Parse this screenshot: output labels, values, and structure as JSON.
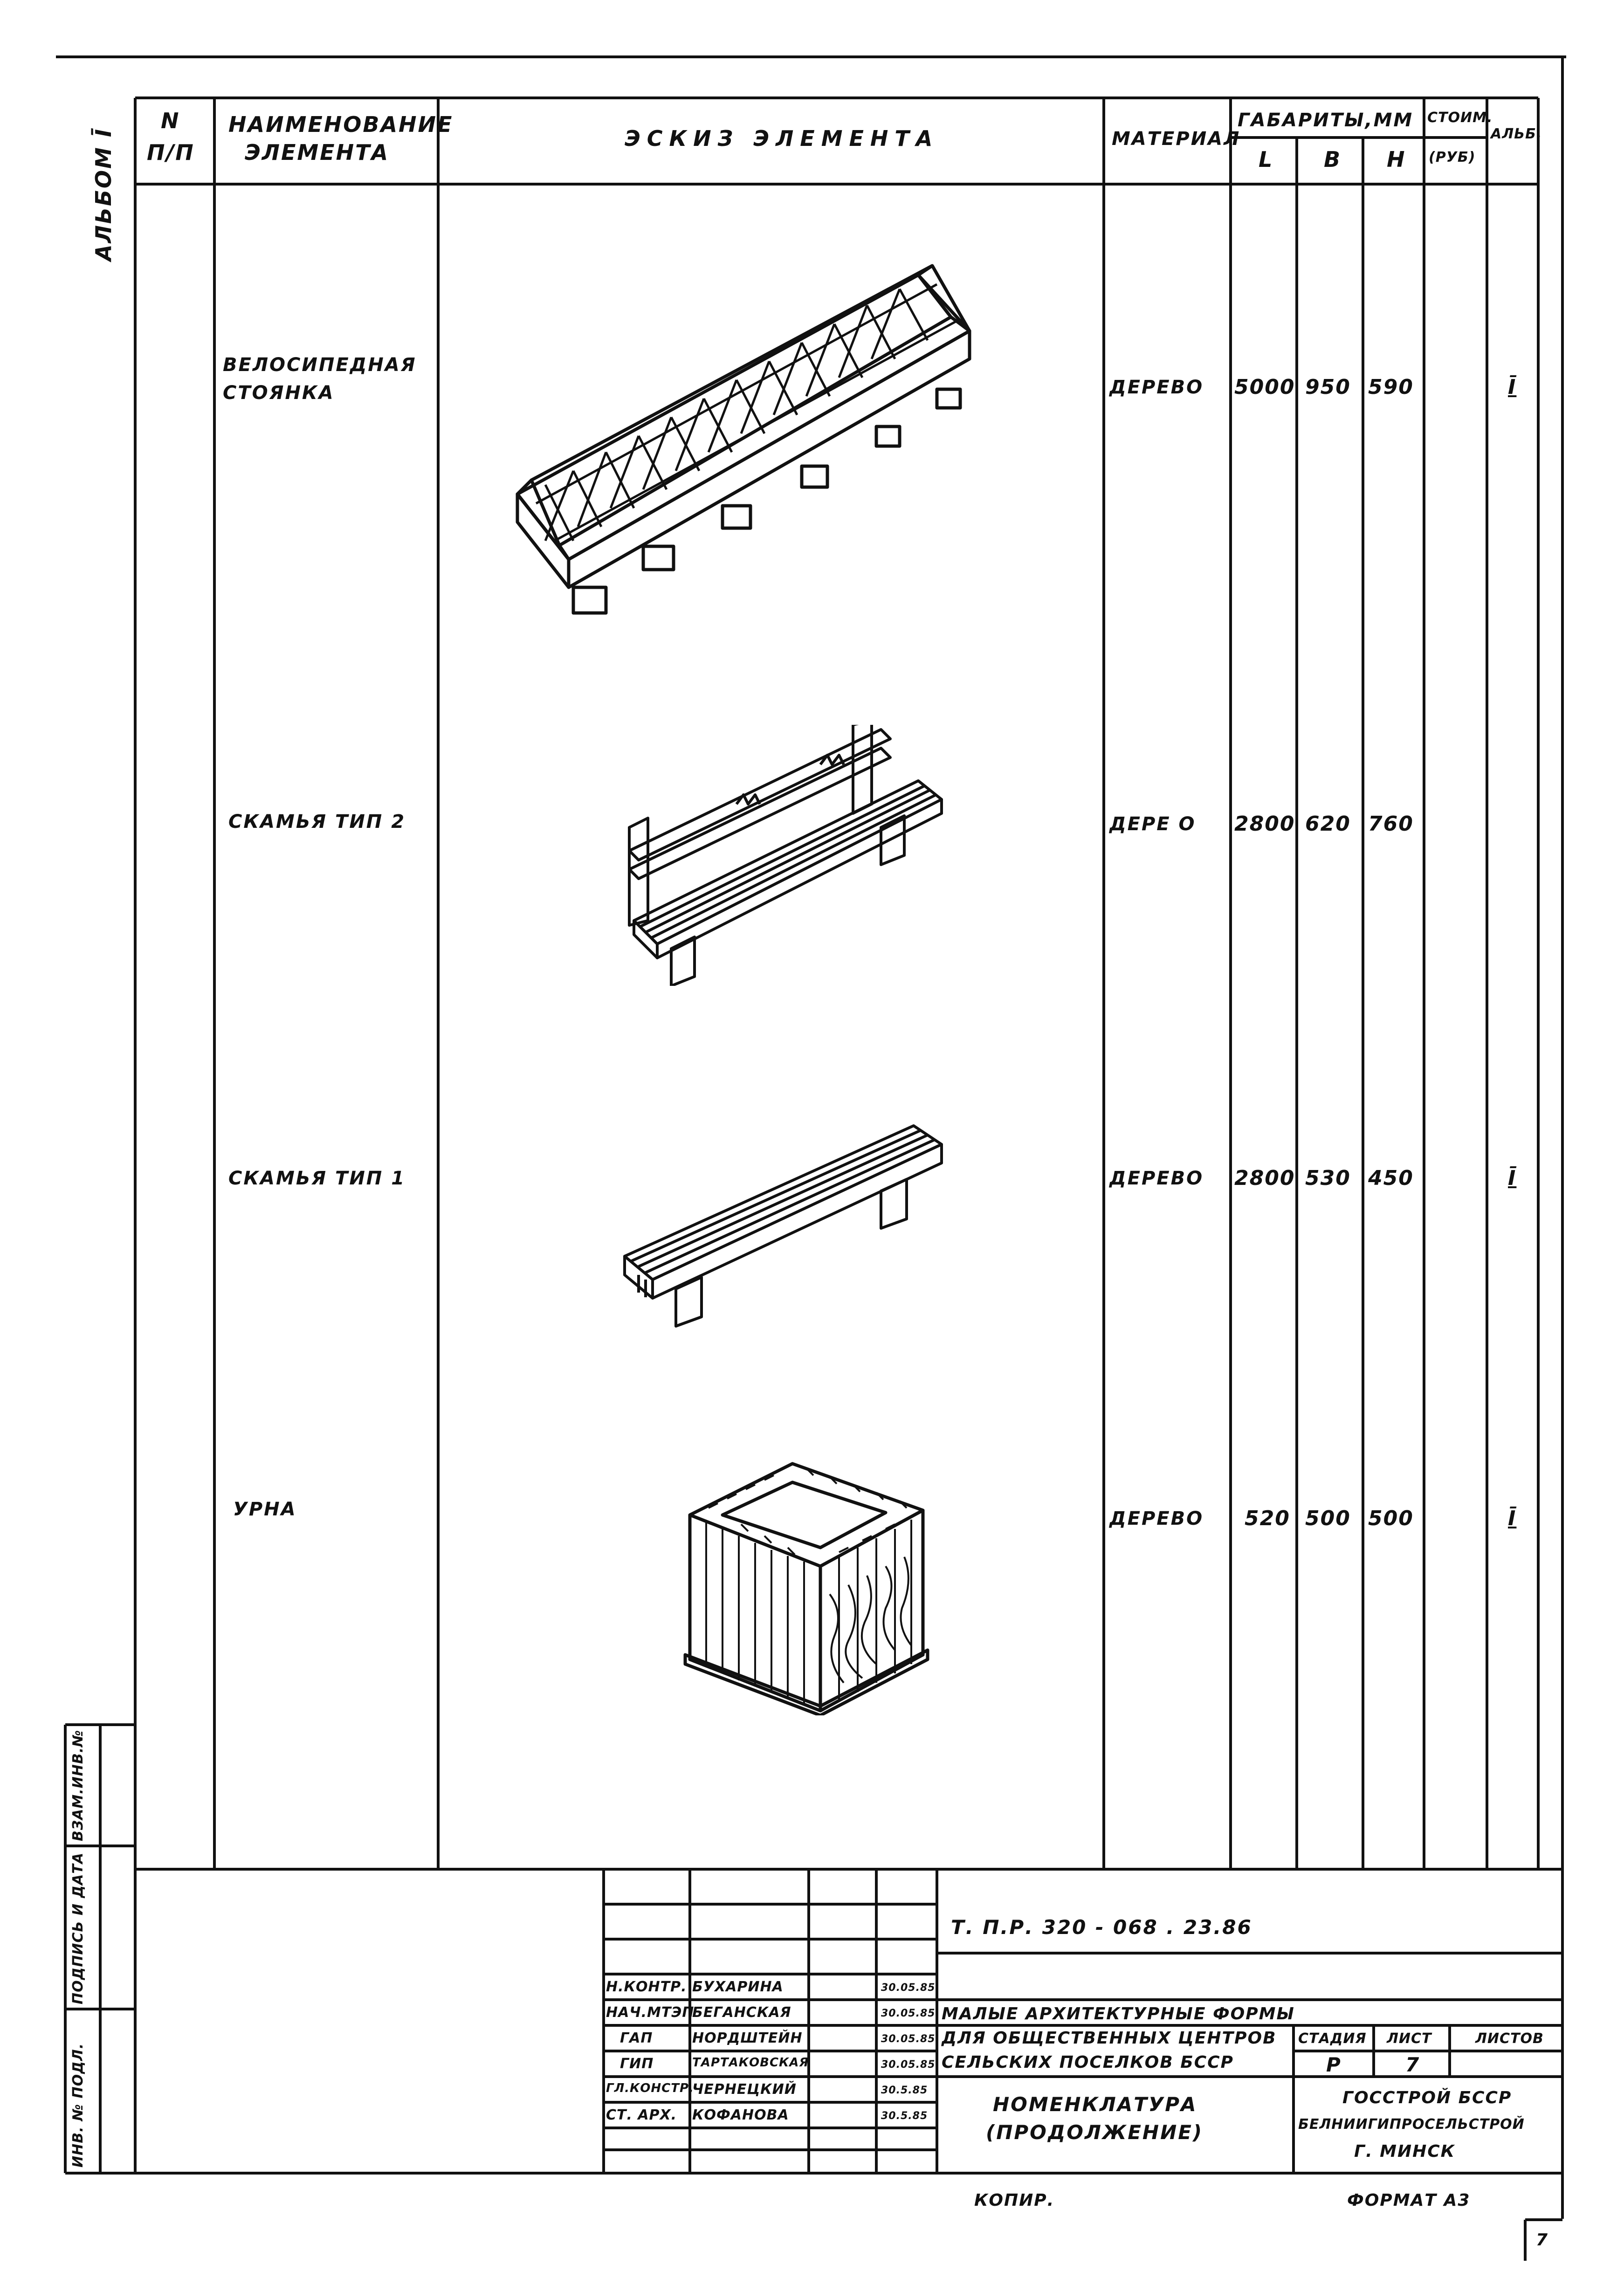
{
  "side_label": "АЛЬБОМ Ī",
  "side_stamp_labels": [
    "ИНВ. № ПОДЛ.",
    "ПОДПИСЬ И ДАТА",
    "ВЗАМ.ИНВ.№"
  ],
  "table": {
    "headers": {
      "num": "N\nП/П",
      "num_line1": "N",
      "num_line2": "П/П",
      "name_line1": "НАИМЕНОВАНИЕ",
      "name_line2": "ЭЛЕМЕНТА",
      "sketch": "ЭСКИЗ ЭЛЕМЕНТА",
      "material": "МАТЕРИАЛ",
      "dimensions": "ГАБАРИТЫ,ММ",
      "dim_l": "L",
      "dim_b": "В",
      "dim_h": "Н",
      "cost_line1": "СТОИМ.",
      "cost_line2": "(РУБ)",
      "album": "АЛЬБ."
    },
    "rows": [
      {
        "name_line1": "ВЕЛОСИПЕДНАЯ",
        "name_line2": "СТОЯНКА",
        "material": "ДЕРЕВО",
        "L": "5000",
        "B": "950",
        "H": "590",
        "cost": "",
        "album": "Ī"
      },
      {
        "name_line1": "СКАМЬЯ ТИП 2",
        "name_line2": "",
        "material": "ДЕРЕ О",
        "L": "2800",
        "B": "620",
        "H": "760",
        "cost": "",
        "album": ""
      },
      {
        "name_line1": "СКАМЬЯ ТИП 1",
        "name_line2": "",
        "material": "ДЕРЕВО",
        "L": "2800",
        "B": "530",
        "H": "450",
        "cost": "",
        "album": "Ī"
      },
      {
        "name_line1": "УРНА",
        "name_line2": "",
        "material": "ДЕРЕВО",
        "L": "520",
        "B": "500",
        "H": "500",
        "cost": "",
        "album": "Ī"
      }
    ]
  },
  "title_block": {
    "doc_code": "Т. П.Р. 320 - 068 . 23.86",
    "signatures": [
      {
        "role": "Н.КОНТР.",
        "name": "БУХАРИНА",
        "date": "30.05.85"
      },
      {
        "role": "НАЧ.МТЭП",
        "name": "БЕГАНСКАЯ",
        "date": "30.05.85"
      },
      {
        "role": "ГАП",
        "name": "НОРДШТЕЙН",
        "date": "30.05.85"
      },
      {
        "role": "ГИП",
        "name": "ТАРТАКОВСКАЯ",
        "date": "30.05.85"
      },
      {
        "role": "ГЛ.КОНСТР.",
        "name": "ЧЕРНЕЦКИЙ",
        "date": "30.5.85"
      },
      {
        "role": "СТ. АРХ.",
        "name": "КОФАНОВА",
        "date": "30.5.85"
      }
    ],
    "project_line1": "МАЛЫЕ АРХИТЕКТУРНЫЕ ФОРМЫ",
    "project_line2": "ДЛЯ ОБЩЕСТВЕННЫХ ЦЕНТРОВ",
    "project_line3": "СЕЛЬСКИХ ПОСЕЛКОВ БССР",
    "stage_label": "СТАДИЯ",
    "sheet_label": "ЛИСТ",
    "sheets_label": "ЛИСТОВ",
    "stage_value": "Р",
    "sheet_value": "7",
    "sheet_title_line1": "НОМЕНКЛАТУРА",
    "sheet_title_line2": "(ПРОДОЛЖЕНИЕ)",
    "org_line1": "ГОССТРОЙ БССР",
    "org_line2": "БЕЛНИИГИПРОСЕЛЬСТРОЙ",
    "org_line3": "Г. МИНСК"
  },
  "footer": {
    "copy_label": "КОПИР.",
    "format_label": "ФОРМАТ А3",
    "page_mark": "7"
  }
}
